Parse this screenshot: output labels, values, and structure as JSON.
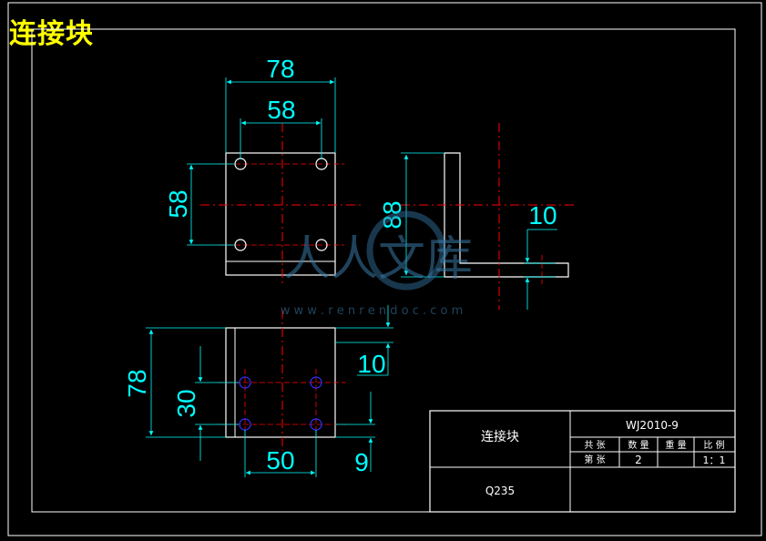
{
  "title": "连接块",
  "dimensions": {
    "top_width_outer": "78",
    "top_width_hole": "58",
    "top_height_hole": "58",
    "side_height": "88",
    "side_thickness": "10",
    "bottom_height": "78",
    "bottom_hole_vertical": "30",
    "bottom_hole_horizontal": "50",
    "bottom_offset_top": "10",
    "bottom_offset_bottom": "9"
  },
  "title_block": {
    "part_name": "连接块",
    "drawing_no": "WJ2010-9",
    "material": "Q235",
    "total_label": "共  张",
    "qty_label": "数 量",
    "weight_label": "重 量",
    "scale_label": "比 例",
    "sheet_label": "第  张",
    "qty_value": "2",
    "weight_value": "",
    "scale_value": "1：1"
  },
  "watermark": {
    "text": "人人文库",
    "url": "w w w . r e n r e n d o c . c o m"
  },
  "colors": {
    "background": "#000000",
    "outline": "#ffffff",
    "dimension": "#00ffff",
    "centerline": "#ff0000",
    "hole_hidden": "#0000ff",
    "title": "#ffff00"
  }
}
